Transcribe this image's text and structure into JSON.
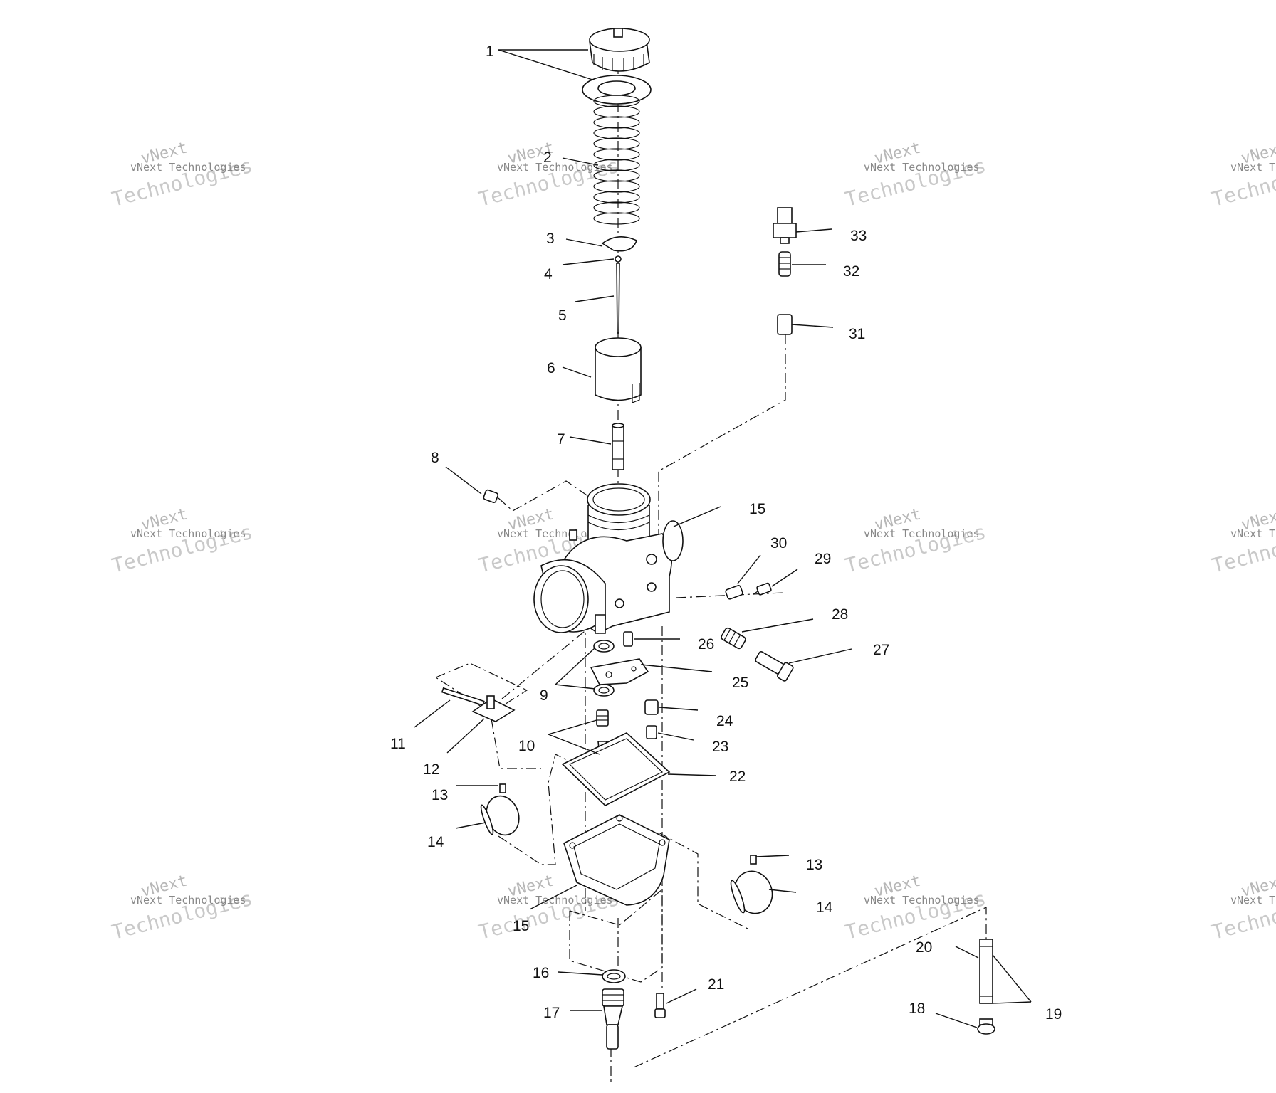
{
  "diagram": {
    "callouts": [
      {
        "id": "c1",
        "text": "1"
      },
      {
        "id": "c2",
        "text": "2"
      },
      {
        "id": "c3",
        "text": "3"
      },
      {
        "id": "c4",
        "text": "4"
      },
      {
        "id": "c5",
        "text": "5"
      },
      {
        "id": "c6",
        "text": "6"
      },
      {
        "id": "c7",
        "text": "7"
      },
      {
        "id": "c8",
        "text": "8"
      },
      {
        "id": "c9",
        "text": "9"
      },
      {
        "id": "c10",
        "text": "10"
      },
      {
        "id": "c11",
        "text": "11"
      },
      {
        "id": "c12",
        "text": "12"
      },
      {
        "id": "c13a",
        "text": "13"
      },
      {
        "id": "c13b",
        "text": "13"
      },
      {
        "id": "c14a",
        "text": "14"
      },
      {
        "id": "c14b",
        "text": "14"
      },
      {
        "id": "c15a",
        "text": "15"
      },
      {
        "id": "c15b",
        "text": "15"
      },
      {
        "id": "c16",
        "text": "16"
      },
      {
        "id": "c17",
        "text": "17"
      },
      {
        "id": "c18",
        "text": "18"
      },
      {
        "id": "c19",
        "text": "19"
      },
      {
        "id": "c20",
        "text": "20"
      },
      {
        "id": "c21",
        "text": "21"
      },
      {
        "id": "c22",
        "text": "22"
      },
      {
        "id": "c23",
        "text": "23"
      },
      {
        "id": "c24",
        "text": "24"
      },
      {
        "id": "c25",
        "text": "25"
      },
      {
        "id": "c26",
        "text": "26"
      },
      {
        "id": "c27",
        "text": "27"
      },
      {
        "id": "c28",
        "text": "28"
      },
      {
        "id": "c29",
        "text": "29"
      },
      {
        "id": "c30",
        "text": "30"
      },
      {
        "id": "c31",
        "text": "31"
      },
      {
        "id": "c32",
        "text": "32"
      },
      {
        "id": "c33",
        "text": "33"
      }
    ]
  },
  "watermark": {
    "line_small": "vNext Technologies",
    "line_big_1": "vNext",
    "line_big_2": "Technologies",
    "color": "#8a8a8a"
  }
}
